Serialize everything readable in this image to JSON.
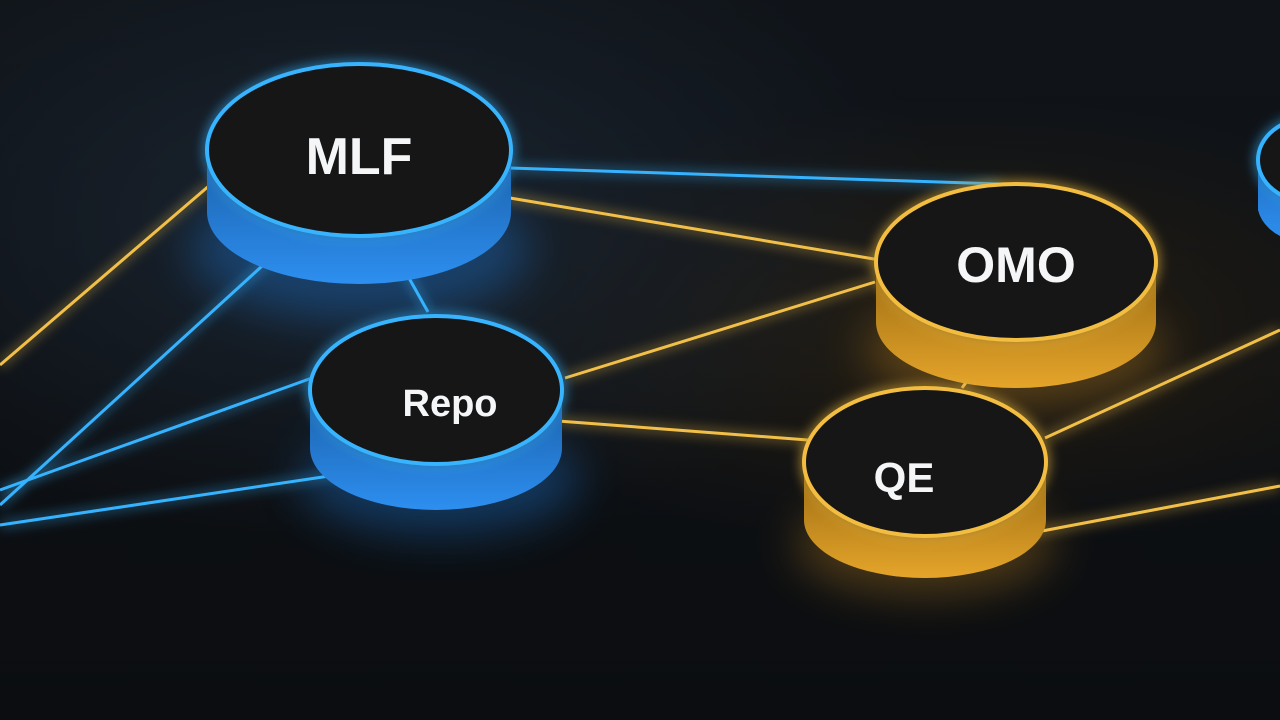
{
  "diagram": {
    "colors": {
      "background": "#0c0f13",
      "blue_accent": "#2ea6ff",
      "gold_accent": "#f2b632",
      "node_face": "#121518",
      "label": "#f4f6f8"
    },
    "nodes": [
      {
        "id": "mlf",
        "label": "MLF",
        "color": "blue"
      },
      {
        "id": "repo",
        "label": "Repo",
        "color": "blue"
      },
      {
        "id": "omo",
        "label": "OMO",
        "color": "gold"
      },
      {
        "id": "qe",
        "label": "QE",
        "color": "gold"
      },
      {
        "id": "edge-node",
        "label": "",
        "color": "blue"
      }
    ],
    "edges": [
      {
        "from": "mlf",
        "to": "omo",
        "color": "blue"
      },
      {
        "from": "mlf",
        "to": "omo",
        "color": "gold"
      },
      {
        "from": "mlf",
        "to": "repo",
        "color": "blue"
      },
      {
        "from": "repo",
        "to": "omo",
        "color": "gold"
      },
      {
        "from": "repo",
        "to": "qe",
        "color": "gold"
      },
      {
        "from": "omo",
        "to": "qe",
        "color": "gold"
      }
    ]
  }
}
